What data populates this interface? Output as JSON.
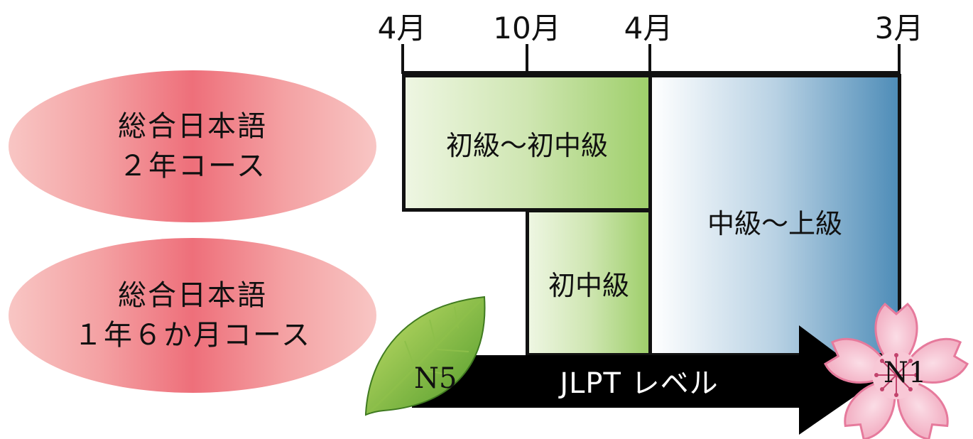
{
  "courses": [
    {
      "line1": "総合日本語",
      "line2": "２年コース"
    },
    {
      "line1": "総合日本語",
      "line2": "１年６か月コース"
    }
  ],
  "timeline": {
    "months": [
      "4月",
      "10月",
      "4月",
      "3月"
    ]
  },
  "levels_boxes": {
    "beginner": "初級〜初中級",
    "pre_intermediate": "初中級",
    "intermediate_advanced": "中級〜上級"
  },
  "arrow": {
    "label": "JLPT レベル",
    "start_level": "N5",
    "end_level": "N1"
  },
  "colors": {
    "course_ellipse": "#ee6f7a",
    "green_box": "#9fcf6b",
    "blue_box": "#4f8db8",
    "arrow": "#000000",
    "leaf": "#7bbf3a",
    "flower": "#f6b8c8"
  }
}
